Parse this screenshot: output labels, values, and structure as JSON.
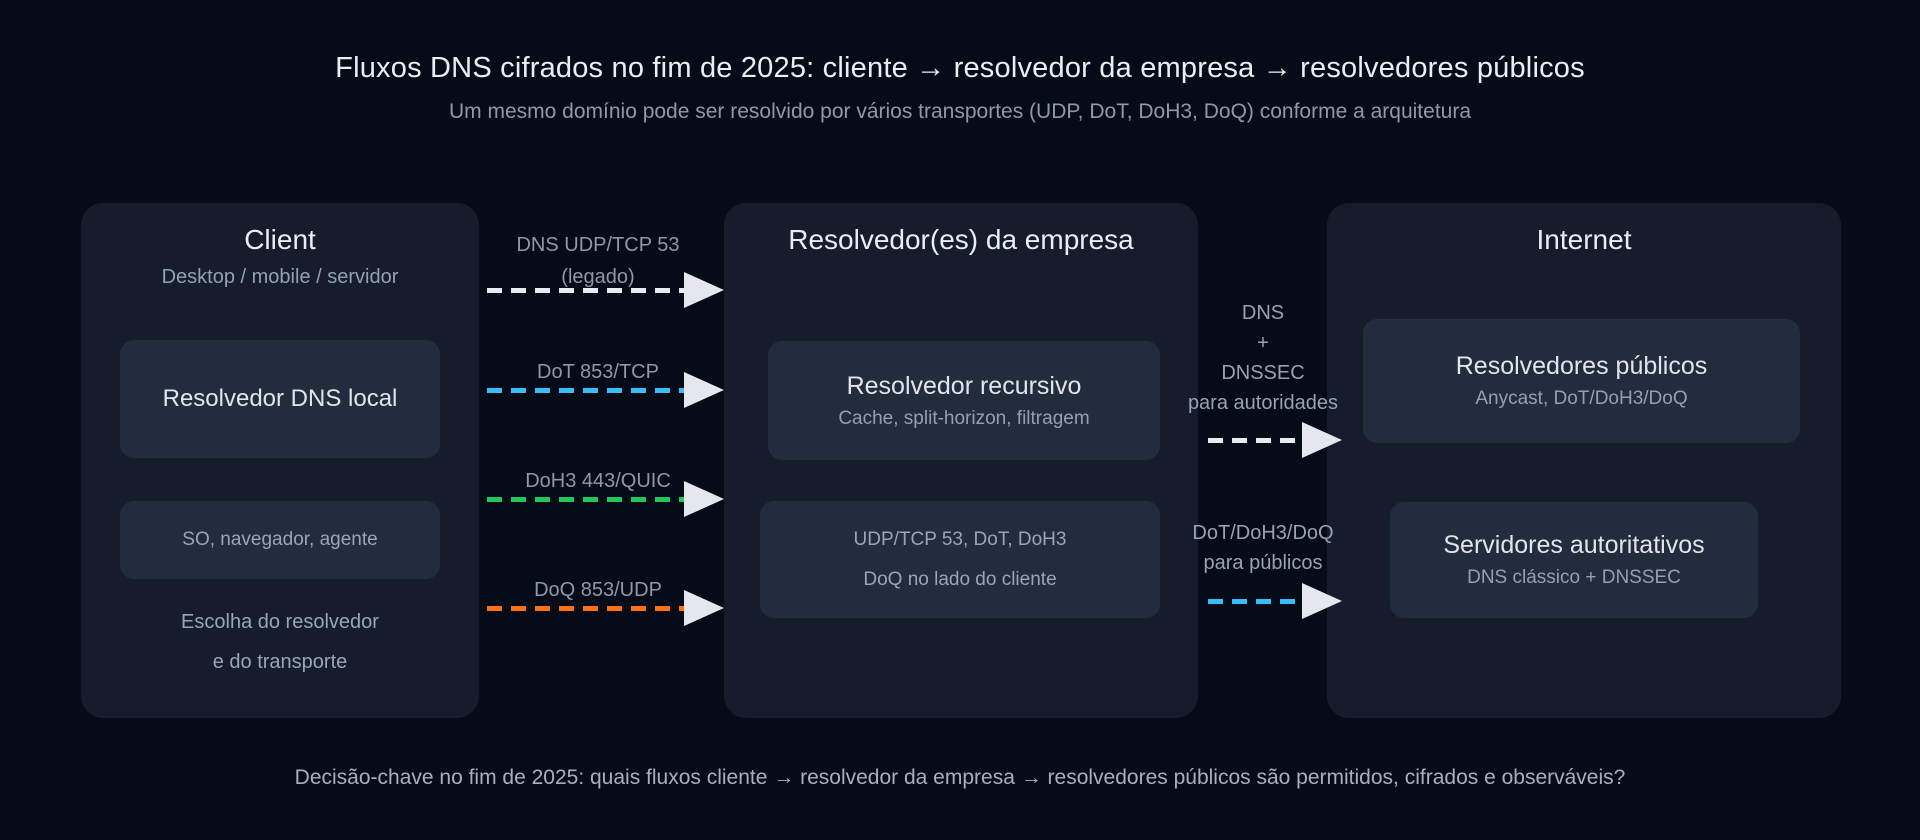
{
  "header": {
    "title": "Fluxos DNS cifrados no fim de 2025: cliente → resolvedor da empresa → resolvedores públicos",
    "subtitle": "Um mesmo domínio pode ser resolvido por vários transportes (UDP, DoT, DoH3, DoQ) conforme a arquitetura"
  },
  "footer": {
    "text": "Decisão-chave no fim de 2025: quais fluxos cliente → resolvedor da empresa → resolvedores públicos são permitidos, cifrados e observáveis?"
  },
  "panels": {
    "client": {
      "title": "Client",
      "subtitle": "Desktop / mobile / servidor",
      "local_resolver_box": {
        "title": "Resolvedor DNS local"
      },
      "os_box": {
        "text": "SO, navegador, agente"
      },
      "note_line1": "Escolha do resolvedor",
      "note_line2": "e do transporte"
    },
    "company": {
      "title": "Resolvedor(es) da empresa",
      "recursive_box": {
        "title": "Resolvedor recursivo",
        "subtitle": "Cache, split-horizon, filtragem"
      },
      "transports_box": {
        "line1": "UDP/TCP 53, DoT, DoH3",
        "line2": "DoQ no lado do cliente"
      }
    },
    "internet": {
      "title": "Internet",
      "public_resolvers_box": {
        "title": "Resolvedores públicos",
        "subtitle": "Anycast, DoT/DoH3/DoQ"
      },
      "authoritative_box": {
        "title": "Servidores autoritativos",
        "subtitle": "DNS clássico + DNSSEC"
      }
    }
  },
  "client_to_company_arrows": [
    {
      "label_line1": "DNS UDP/TCP 53",
      "label_line2": "(legado)",
      "color": "#e8ecf2"
    },
    {
      "label_line1": "DoT 853/TCP",
      "color": "#38bdf8"
    },
    {
      "label_line1": "DoH3 443/QUIC",
      "color": "#22c55e"
    },
    {
      "label_line1": "DoQ 853/UDP",
      "color": "#f97316"
    }
  ],
  "company_to_internet_arrows": [
    {
      "label_line1": "DNS",
      "label_line2": "+",
      "label_line3": "DNSSEC",
      "label_line4": "para autoridades",
      "color": "#e8ecf2"
    },
    {
      "label_line1": "DoT/DoH3/DoQ",
      "label_line2": "para públicos",
      "color": "#38bdf8"
    }
  ]
}
